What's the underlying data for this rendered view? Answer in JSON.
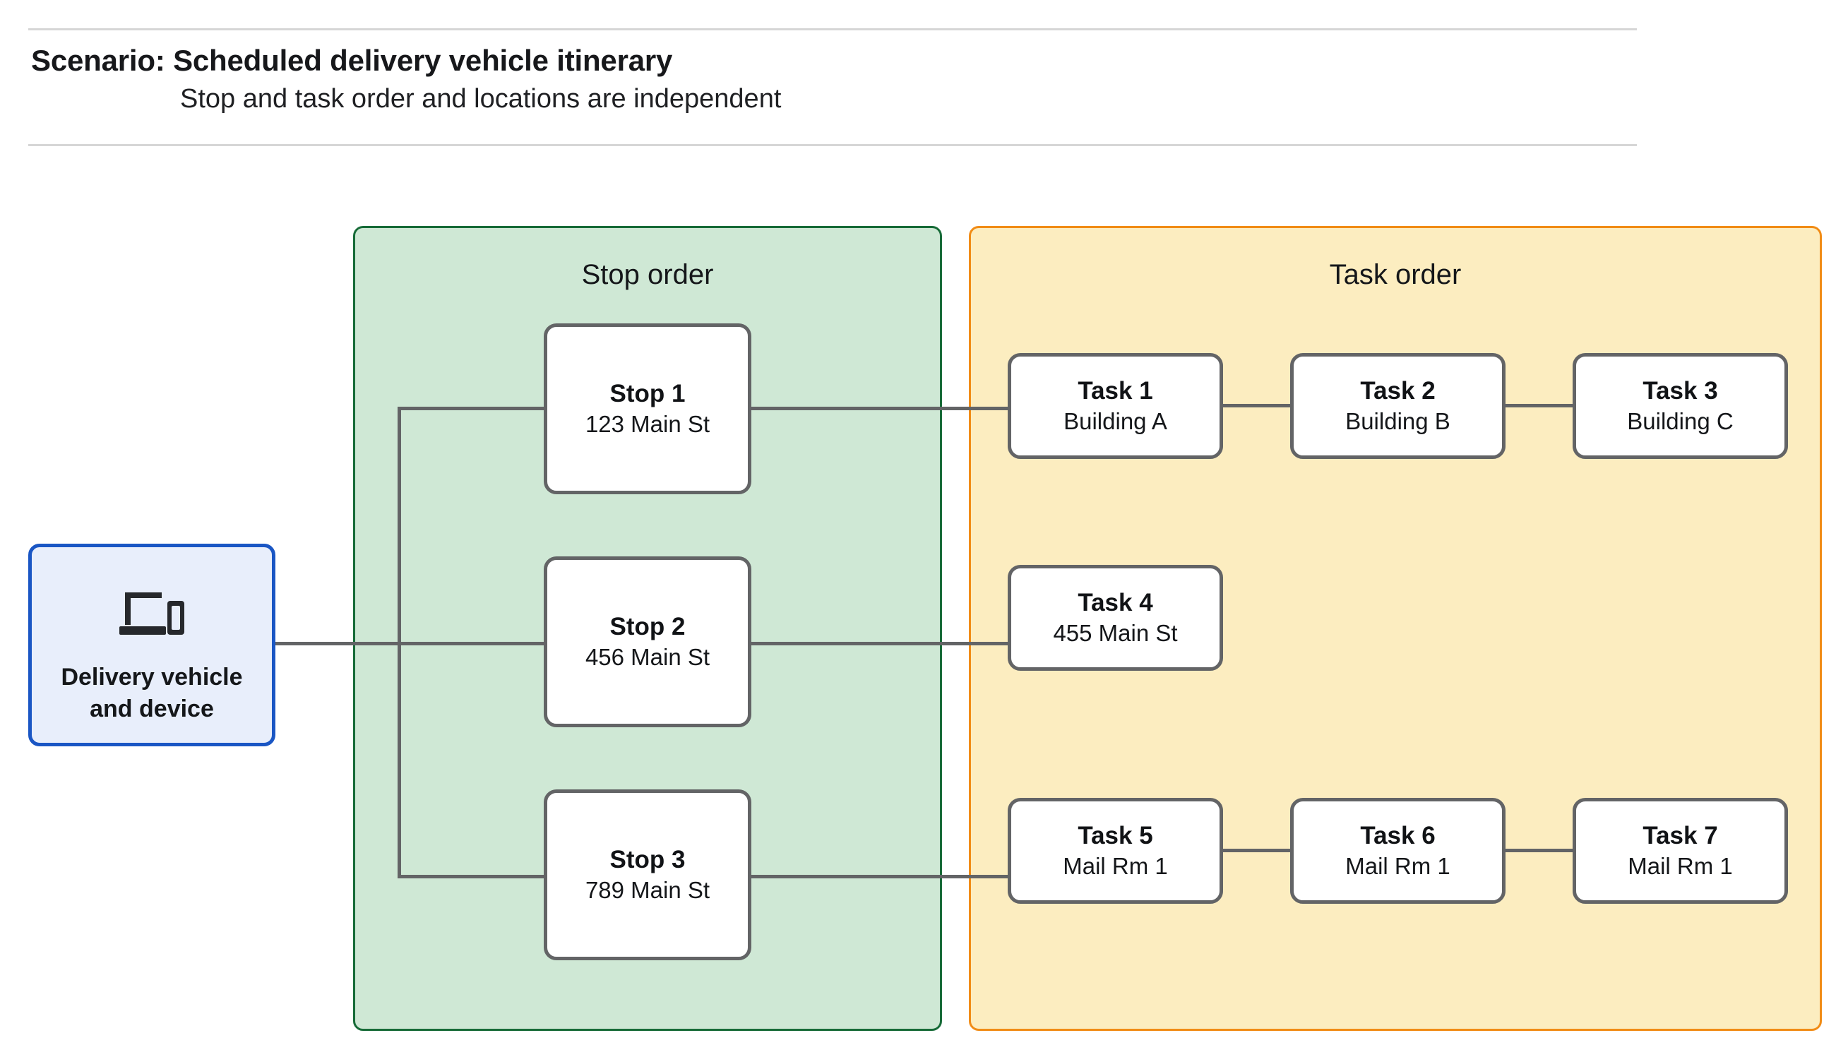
{
  "header": {
    "title": "Scenario: Scheduled delivery vehicle itinerary",
    "subtitle": "Stop and task order and locations are independent"
  },
  "vehicle": {
    "icon": "devices-icon",
    "label_line1": "Delivery vehicle",
    "label_line2": "and device",
    "border_color": "#1a56c4",
    "fill_color": "#e8eefb"
  },
  "panels": {
    "stop": {
      "title": "Stop order",
      "border_color": "#176b38",
      "fill_color": "#cfe8d5"
    },
    "task": {
      "title": "Task order",
      "border_color": "#f18c16",
      "fill_color": "#fcedc0"
    }
  },
  "stops": [
    {
      "title": "Stop 1",
      "location": "123 Main St"
    },
    {
      "title": "Stop 2",
      "location": "456 Main St"
    },
    {
      "title": "Stop 3",
      "location": "789 Main St"
    }
  ],
  "task_rows": [
    [
      {
        "title": "Task 1",
        "location": "Building A"
      },
      {
        "title": "Task 2",
        "location": "Building B"
      },
      {
        "title": "Task 3",
        "location": "Building C"
      }
    ],
    [
      {
        "title": "Task 4",
        "location": "455 Main St"
      }
    ],
    [
      {
        "title": "Task 5",
        "location": "Mail Rm 1"
      },
      {
        "title": "Task 6",
        "location": "Mail Rm 1"
      },
      {
        "title": "Task 7",
        "location": "Mail Rm 1"
      }
    ]
  ],
  "connector_color": "#636466"
}
